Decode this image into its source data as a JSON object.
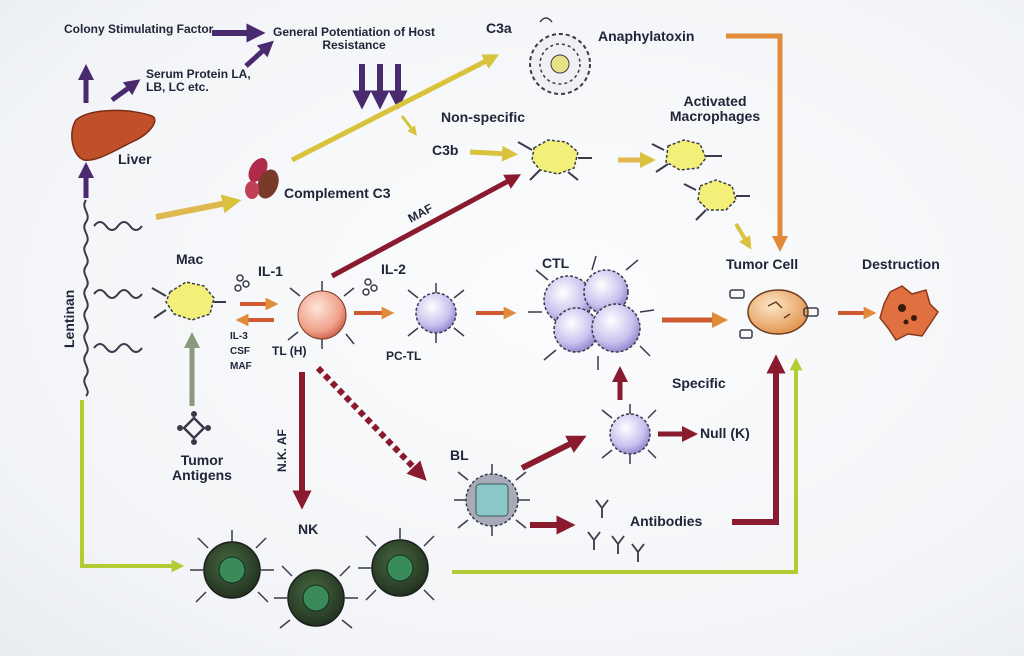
{
  "labels": {
    "colony_stimulating_factor": "Colony Stimulating Factor",
    "general_potentiation": "General Potentiation of Host Resistance",
    "serum_protein": "Serum Protein LA, LB, LC etc.",
    "c3a": "C3a",
    "anaphylatoxin": "Anaphylatoxin",
    "liver": "Liver",
    "non_specific": "Non-specific",
    "c3b": "C3b",
    "activated_macrophages": "Activated Macrophages",
    "complement_c3": "Complement C3",
    "maf_diagonal": "MAF",
    "lentinan": "Lentinan",
    "mac": "Mac",
    "il1": "IL-1",
    "il2": "IL-2",
    "ctl": "CTL",
    "tumor_cell": "Tumor Cell",
    "destruction": "Destruction",
    "il3": "IL-3",
    "csf": "CSF",
    "maf_small": "MAF",
    "tl_h": "TL (H)",
    "pc_tl": "PC-TL",
    "specific": "Specific",
    "nk_af": "N.K. AF",
    "null_k": "Null (K)",
    "tumor_antigens": "Tumor Antigens",
    "bl": "BL",
    "nk": "NK",
    "antibodies": "Antibodies"
  },
  "colors": {
    "dark_purple_arrow": "#4a2a6e",
    "maroon_arrow": "#8a1a2e",
    "orange_arrow": "#e08a3a",
    "yellow_arrow": "#d9c23c",
    "green_arrow": "#b3cc33",
    "grey_green_arrow": "#8a9a80",
    "liver": "#c0502a",
    "macrophage": "#f3f07a",
    "tl_cell": "#f0a08a",
    "lymphocyte": "#c8c2ee",
    "b_cell_nucleus": "#8cc8c8",
    "nk_cell": "#2e4a2e",
    "nk_nucleus": "#3a8a5a",
    "tumor_cell": "#e8a060",
    "destruction_cell": "#e07040"
  }
}
